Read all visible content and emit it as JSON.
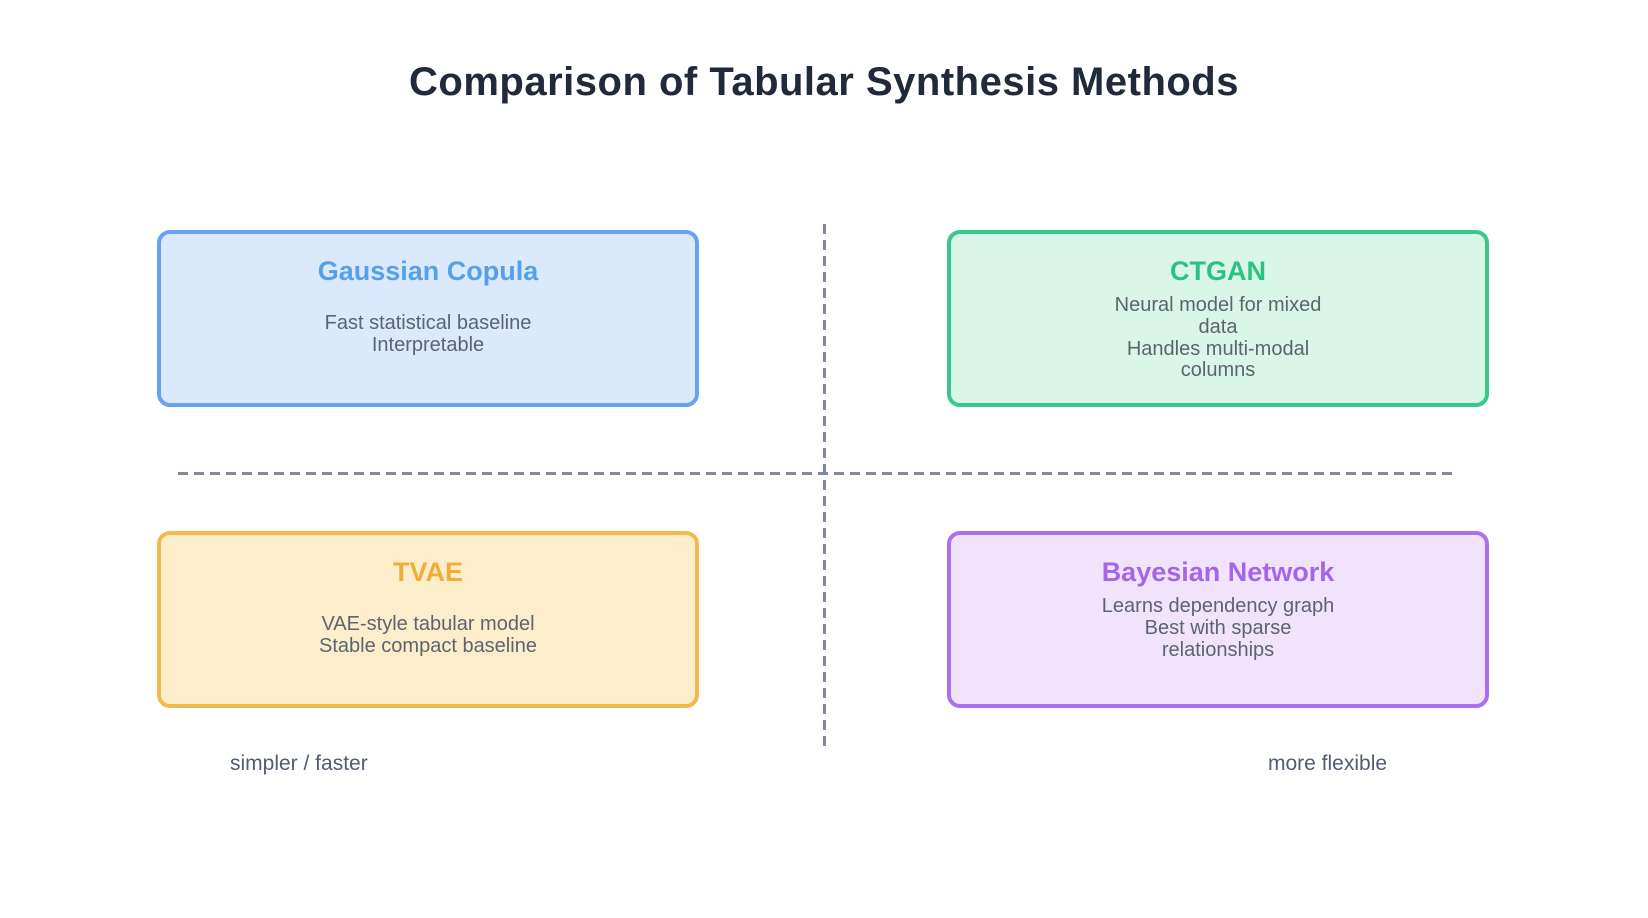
{
  "title": "Comparison of Tabular Synthesis Methods",
  "quadrants": [
    {
      "id": "gaussian-copula",
      "label": "Gaussian Copula",
      "description": "Fast statistical baseline\nInterpretable",
      "colors": {
        "accent": "#55a0ec",
        "border": "#66a3f1",
        "background": "#dbe9fc"
      }
    },
    {
      "id": "ctgan",
      "label": "CTGAN",
      "description": "Neural model for mixed\ndata\nHandles multi-modal\ncolumns",
      "colors": {
        "accent": "#28c383",
        "border": "#36c98b",
        "background": "#d9f6e8"
      }
    },
    {
      "id": "tvae",
      "label": "TVAE",
      "description": "VAE-style tabular model\nStable compact baseline",
      "colors": {
        "accent": "#f0ad37",
        "border": "#f4b94c",
        "background": "#fdeecb"
      }
    },
    {
      "id": "bayesian-network",
      "label": "Bayesian Network",
      "description": "Learns dependency graph\nBest with sparse\nrelationships",
      "colors": {
        "accent": "#a366e7",
        "border": "#aa70ef",
        "background": "#f1e3fb"
      }
    }
  ],
  "axis": {
    "left_label": "simpler / faster",
    "right_label": "more flexible",
    "line_color": "#7f8a9d"
  },
  "text_colors": {
    "title": "#212a3a",
    "body": "#5d6470",
    "axis_labels": "#515d73"
  }
}
